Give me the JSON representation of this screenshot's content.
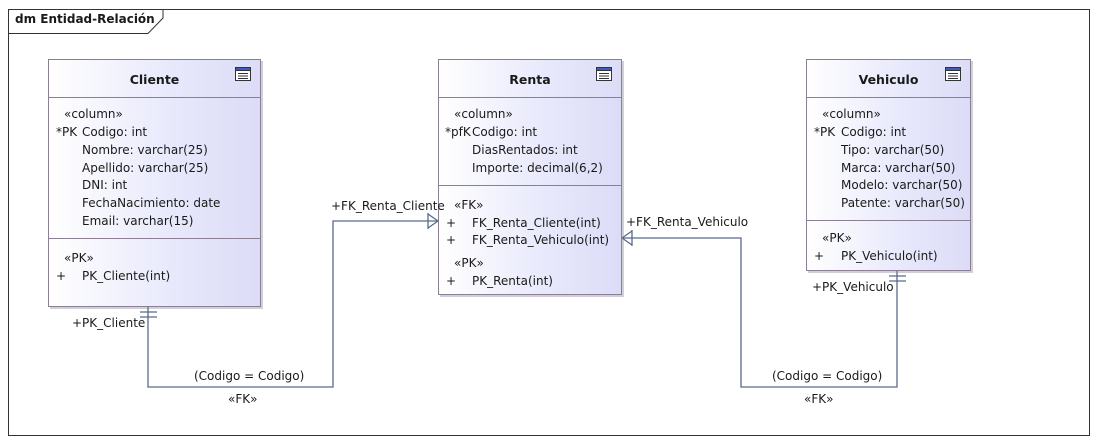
{
  "frame": {
    "title": "dm Entidad-Relación"
  },
  "entities": {
    "cliente": {
      "name": "Cliente",
      "columns_stereotype": "«column»",
      "columns": [
        {
          "key": "*PK",
          "text": "Codigo: int"
        },
        {
          "key": "",
          "text": "Nombre: varchar(25)"
        },
        {
          "key": "",
          "text": "Apellido: varchar(25)"
        },
        {
          "key": "",
          "text": "DNI: int"
        },
        {
          "key": "",
          "text": "FechaNacimiento: date"
        },
        {
          "key": "",
          "text": "Email: varchar(15)"
        }
      ],
      "pk_stereotype": "«PK»",
      "pk_ops": [
        {
          "vis": "+",
          "text": "PK_Cliente(int)"
        }
      ]
    },
    "renta": {
      "name": "Renta",
      "columns_stereotype": "«column»",
      "columns": [
        {
          "key": "*pfK",
          "text": "Codigo: int"
        },
        {
          "key": "",
          "text": "DiasRentados: int"
        },
        {
          "key": "",
          "text": "Importe: decimal(6,2)"
        }
      ],
      "fk_stereotype": "«FK»",
      "fk_ops": [
        {
          "vis": "+",
          "text": "FK_Renta_Cliente(int)"
        },
        {
          "vis": "+",
          "text": "FK_Renta_Vehiculo(int)"
        }
      ],
      "pk_stereotype": "«PK»",
      "pk_ops": [
        {
          "vis": "+",
          "text": "PK_Renta(int)"
        }
      ]
    },
    "vehiculo": {
      "name": "Vehiculo",
      "columns_stereotype": "«column»",
      "columns": [
        {
          "key": "*PK",
          "text": "Codigo: int"
        },
        {
          "key": "",
          "text": "Tipo: varchar(50)"
        },
        {
          "key": "",
          "text": "Marca: varchar(50)"
        },
        {
          "key": "",
          "text": "Modelo: varchar(50)"
        },
        {
          "key": "",
          "text": "Patente: varchar(50)"
        }
      ],
      "pk_stereotype": "«PK»",
      "pk_ops": [
        {
          "vis": "+",
          "text": "PK_Vehiculo(int)"
        }
      ]
    }
  },
  "relations": {
    "cliente_renta": {
      "source_role": "+PK_Cliente",
      "target_role": "+FK_Renta_Cliente",
      "condition": "(Codigo = Codigo)",
      "stereotype": "«FK»"
    },
    "vehiculo_renta": {
      "source_role": "+PK_Vehiculo",
      "target_role": "+FK_Renta_Vehiculo",
      "condition": "(Codigo = Codigo)",
      "stereotype": "«FK»"
    }
  },
  "colors": {
    "line": "#5a6a8a",
    "border": "#8a7f93",
    "fill": "#e7e8fb"
  }
}
